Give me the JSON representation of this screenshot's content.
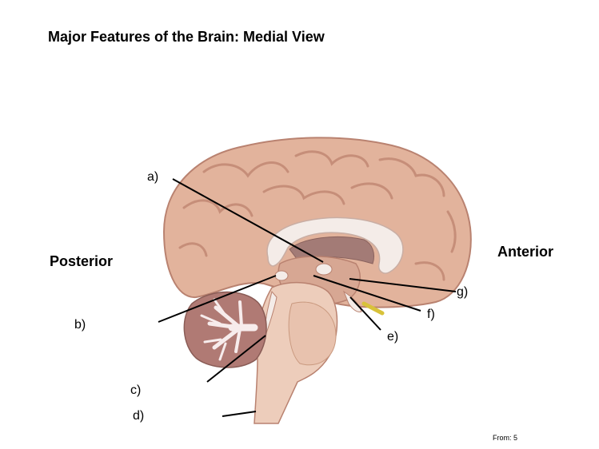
{
  "title": "Major Features of the Brain: Medial View",
  "orientation": {
    "posterior": "Posterior",
    "anterior": "Anterior"
  },
  "labels": {
    "a": "a)",
    "b": "b)",
    "c": "c)",
    "d": "d)",
    "e": "e)",
    "f": "f)",
    "g": "g)"
  },
  "source": "From: 5",
  "colors": {
    "cerebrum": "#e2b39c",
    "cerebrum_shadow": "#b98270",
    "corpus_callosum": "#f4ece8",
    "cerebellum": "#b07a74",
    "arbor_vitae": "#f7ecec",
    "brainstem": "#edcdbb",
    "nerve": "#d8c23a",
    "leader_line": "#000000"
  }
}
